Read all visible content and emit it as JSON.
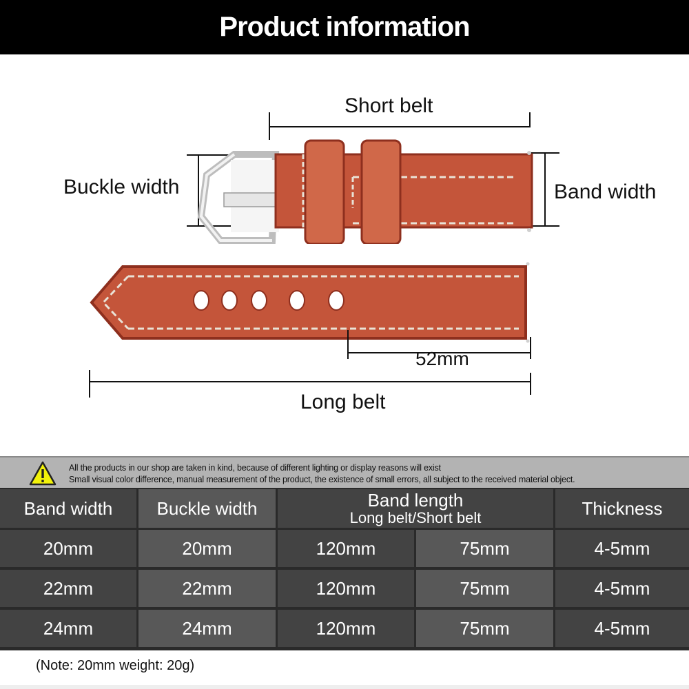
{
  "header": {
    "title": "Product information"
  },
  "diagram": {
    "labels": {
      "short_belt": "Short belt",
      "buckle_width": "Buckle width",
      "band_width": "Band width",
      "tip_length": "52mm",
      "long_belt": "Long belt"
    },
    "colors": {
      "leather": "#c4553a",
      "leather_dark": "#8e2f1e",
      "stitch": "#e9e2d6",
      "steel": "#d9d9d9"
    },
    "hole_count": 5
  },
  "notice": {
    "icon": "warning-triangle-icon",
    "line1": "All the products in our shop are taken in kind, because of different lighting or display reasons will exist",
    "line2": "Small visual color difference, manual measurement of the product, the existence of small errors, all subject to the received material object."
  },
  "table": {
    "headers": {
      "band_width": "Band width",
      "buckle_width": "Buckle width",
      "band_length": "Band length",
      "band_length_sub": "Long belt/Short belt",
      "thickness": "Thickness"
    },
    "rows": [
      {
        "band_width": "20mm",
        "buckle_width": "20mm",
        "long_belt": "120mm",
        "short_belt": "75mm",
        "thickness": "4-5mm"
      },
      {
        "band_width": "22mm",
        "buckle_width": "22mm",
        "long_belt": "120mm",
        "short_belt": "75mm",
        "thickness": "4-5mm"
      },
      {
        "band_width": "24mm",
        "buckle_width": "24mm",
        "long_belt": "120mm",
        "short_belt": "75mm",
        "thickness": "4-5mm"
      }
    ]
  },
  "note": "(Note: 20mm weight: 20g)"
}
